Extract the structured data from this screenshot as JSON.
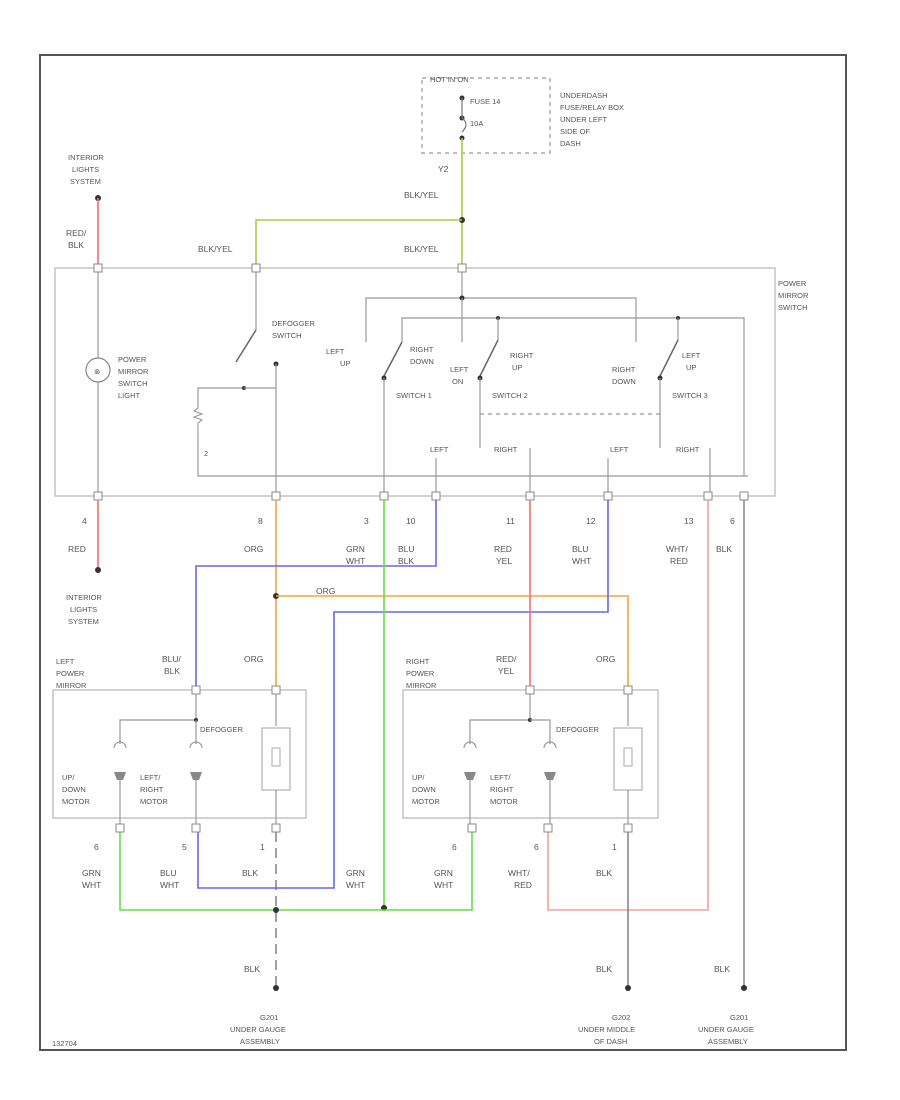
{
  "fuse": {
    "hot_in": "HOT IN ON",
    "fuse_label": "FUSE 14",
    "amps": "10A",
    "location": [
      "UNDERDASH",
      "FUSE/RELAY BOX",
      "UNDER LEFT",
      "SIDE OF",
      "DASH"
    ]
  },
  "top_wire": {
    "pin": "Y2",
    "color": "BLK/YEL"
  },
  "interior_light_top": {
    "title": [
      "INTERIOR",
      "LIGHTS",
      "SYSTEM"
    ],
    "wire": [
      "RED/",
      "BLK"
    ]
  },
  "switch_assembly": {
    "title": [
      "POWER",
      "MIRROR",
      "SWITCH"
    ],
    "wire_left": "BLK/YEL",
    "wire_right": "BLK/YEL",
    "light": [
      "POWER",
      "MIRROR",
      "SWITCH",
      "LIGHT"
    ],
    "defogger": [
      "DEFOGGER",
      "SWITCH"
    ],
    "sw1_left": [
      "LEFT",
      "UP"
    ],
    "sw1_right": [
      "RIGHT",
      "DOWN"
    ],
    "sw1_name": "SWITCH 1",
    "sw2_left": [
      "LEFT",
      "ON"
    ],
    "sw2_right": [
      "RIGHT",
      "UP"
    ],
    "sw2_name": "SWITCH 2",
    "sw3_left": [
      "RIGHT",
      "DOWN"
    ],
    "sw3_right": [
      "LEFT",
      "UP"
    ],
    "sw3_name": "SWITCH 3",
    "sel1_left": "LEFT",
    "sel1_right": "RIGHT",
    "sel2_left": "LEFT",
    "sel2_right": "RIGHT",
    "inner_pin": "2"
  },
  "pins": [
    {
      "num": "4",
      "color": [
        "RED"
      ]
    },
    {
      "num": "8",
      "color": [
        "ORG"
      ]
    },
    {
      "num": "3",
      "color": [
        "GRN",
        "WHT"
      ]
    },
    {
      "num": "10",
      "color": [
        "BLU",
        "BLK"
      ]
    },
    {
      "num": "11",
      "color": [
        "RED",
        "YEL"
      ]
    },
    {
      "num": "12",
      "color": [
        "BLU",
        "WHT"
      ]
    },
    {
      "num": "13",
      "color": [
        "WHT/",
        "RED"
      ]
    },
    {
      "num": "6",
      "color": [
        "BLK"
      ]
    }
  ],
  "interior_light_bottom": [
    "INTERIOR",
    "LIGHTS",
    "SYSTEM"
  ],
  "org_mid": "ORG",
  "left_mirror": {
    "title": [
      "LEFT",
      "POWER",
      "MIRROR"
    ],
    "wire_a": [
      "BLU/",
      "BLK"
    ],
    "wire_b": "ORG",
    "defogger": "DEFOGGER",
    "motor1": [
      "UP/",
      "DOWN",
      "MOTOR"
    ],
    "motor2": [
      "LEFT/",
      "RIGHT",
      "MOTOR"
    ],
    "pins": [
      "6",
      "5",
      "1"
    ],
    "bottom_wires": [
      [
        "GRN",
        "WHT"
      ],
      [
        "BLU",
        "WHT"
      ],
      [
        "BLK"
      ]
    ]
  },
  "right_mirror": {
    "title": [
      "RIGHT",
      "POWER",
      "MIRROR"
    ],
    "wire_a": [
      "RED/",
      "YEL"
    ],
    "wire_b": "ORG",
    "defogger": "DEFOGGER",
    "motor1": [
      "UP/",
      "DOWN",
      "MOTOR"
    ],
    "motor2": [
      "LEFT/",
      "RIGHT",
      "MOTOR"
    ],
    "pins": [
      "6",
      "6",
      "1"
    ],
    "bottom_wires": [
      [
        "GRN",
        "WHT"
      ],
      [
        "WHT/",
        "RED"
      ],
      [
        "BLK"
      ]
    ]
  },
  "mid_grn": [
    "GRN",
    "WHT"
  ],
  "grounds": [
    {
      "wire": "BLK",
      "id": "G201",
      "loc": [
        "UNDER GAUGE",
        "ASSEMBLY"
      ]
    },
    {
      "wire": "BLK",
      "id": "G202",
      "loc": [
        "UNDER MIDDLE",
        "OF DASH"
      ]
    },
    {
      "wire": "BLK",
      "id": "G201",
      "loc": [
        "UNDER GAUGE",
        "ASSEMBLY"
      ]
    }
  ],
  "code": "132704",
  "colors": {
    "red": "#f07070",
    "green": "#66dd44",
    "orange": "#f5a340",
    "blue": "#6666ee",
    "yellow_green": "#aacc44"
  }
}
